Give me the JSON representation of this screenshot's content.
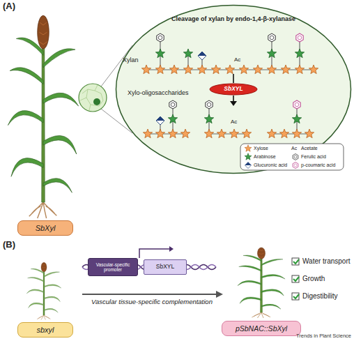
{
  "diagram": {
    "nodes": [
      {
        "text": [
          "Cleavage of xylan by endo-1,4-β-xylanase"
        ]
      },
      {
        "text": [
          "SbXYL"
        ],
        "in": 0
      },
      {
        "text": [
          "SbXyl"
        ]
      },
      {
        "text": [
          "Vascular-specific promoter"
        ]
      },
      {
        "text": [
          "SbXYL"
        ]
      },
      {
        "text": [
          "sbxyl"
        ]
      },
      {
        "text": [
          "pSbNAC::SbXyl"
        ]
      }
    ],
    "labels": [
      "(A)",
      "Xylan",
      "Ac",
      "Xylo-oligosaccharides",
      "Ac",
      "Ac",
      "(B)",
      "Vascular tissue-specific complementation",
      "Water transport",
      "Growth",
      "Digestibility",
      "Trends in Plant Science"
    ],
    "legend": [
      {
        "text": "Xylose"
      },
      {
        "text": "Arabinose"
      },
      {
        "text": "Glucuronic acid"
      },
      {
        "text": "Acetate"
      },
      {
        "text": "Ferulic acid"
      },
      {
        "text": "p-coumaric acid"
      }
    ]
  }
}
